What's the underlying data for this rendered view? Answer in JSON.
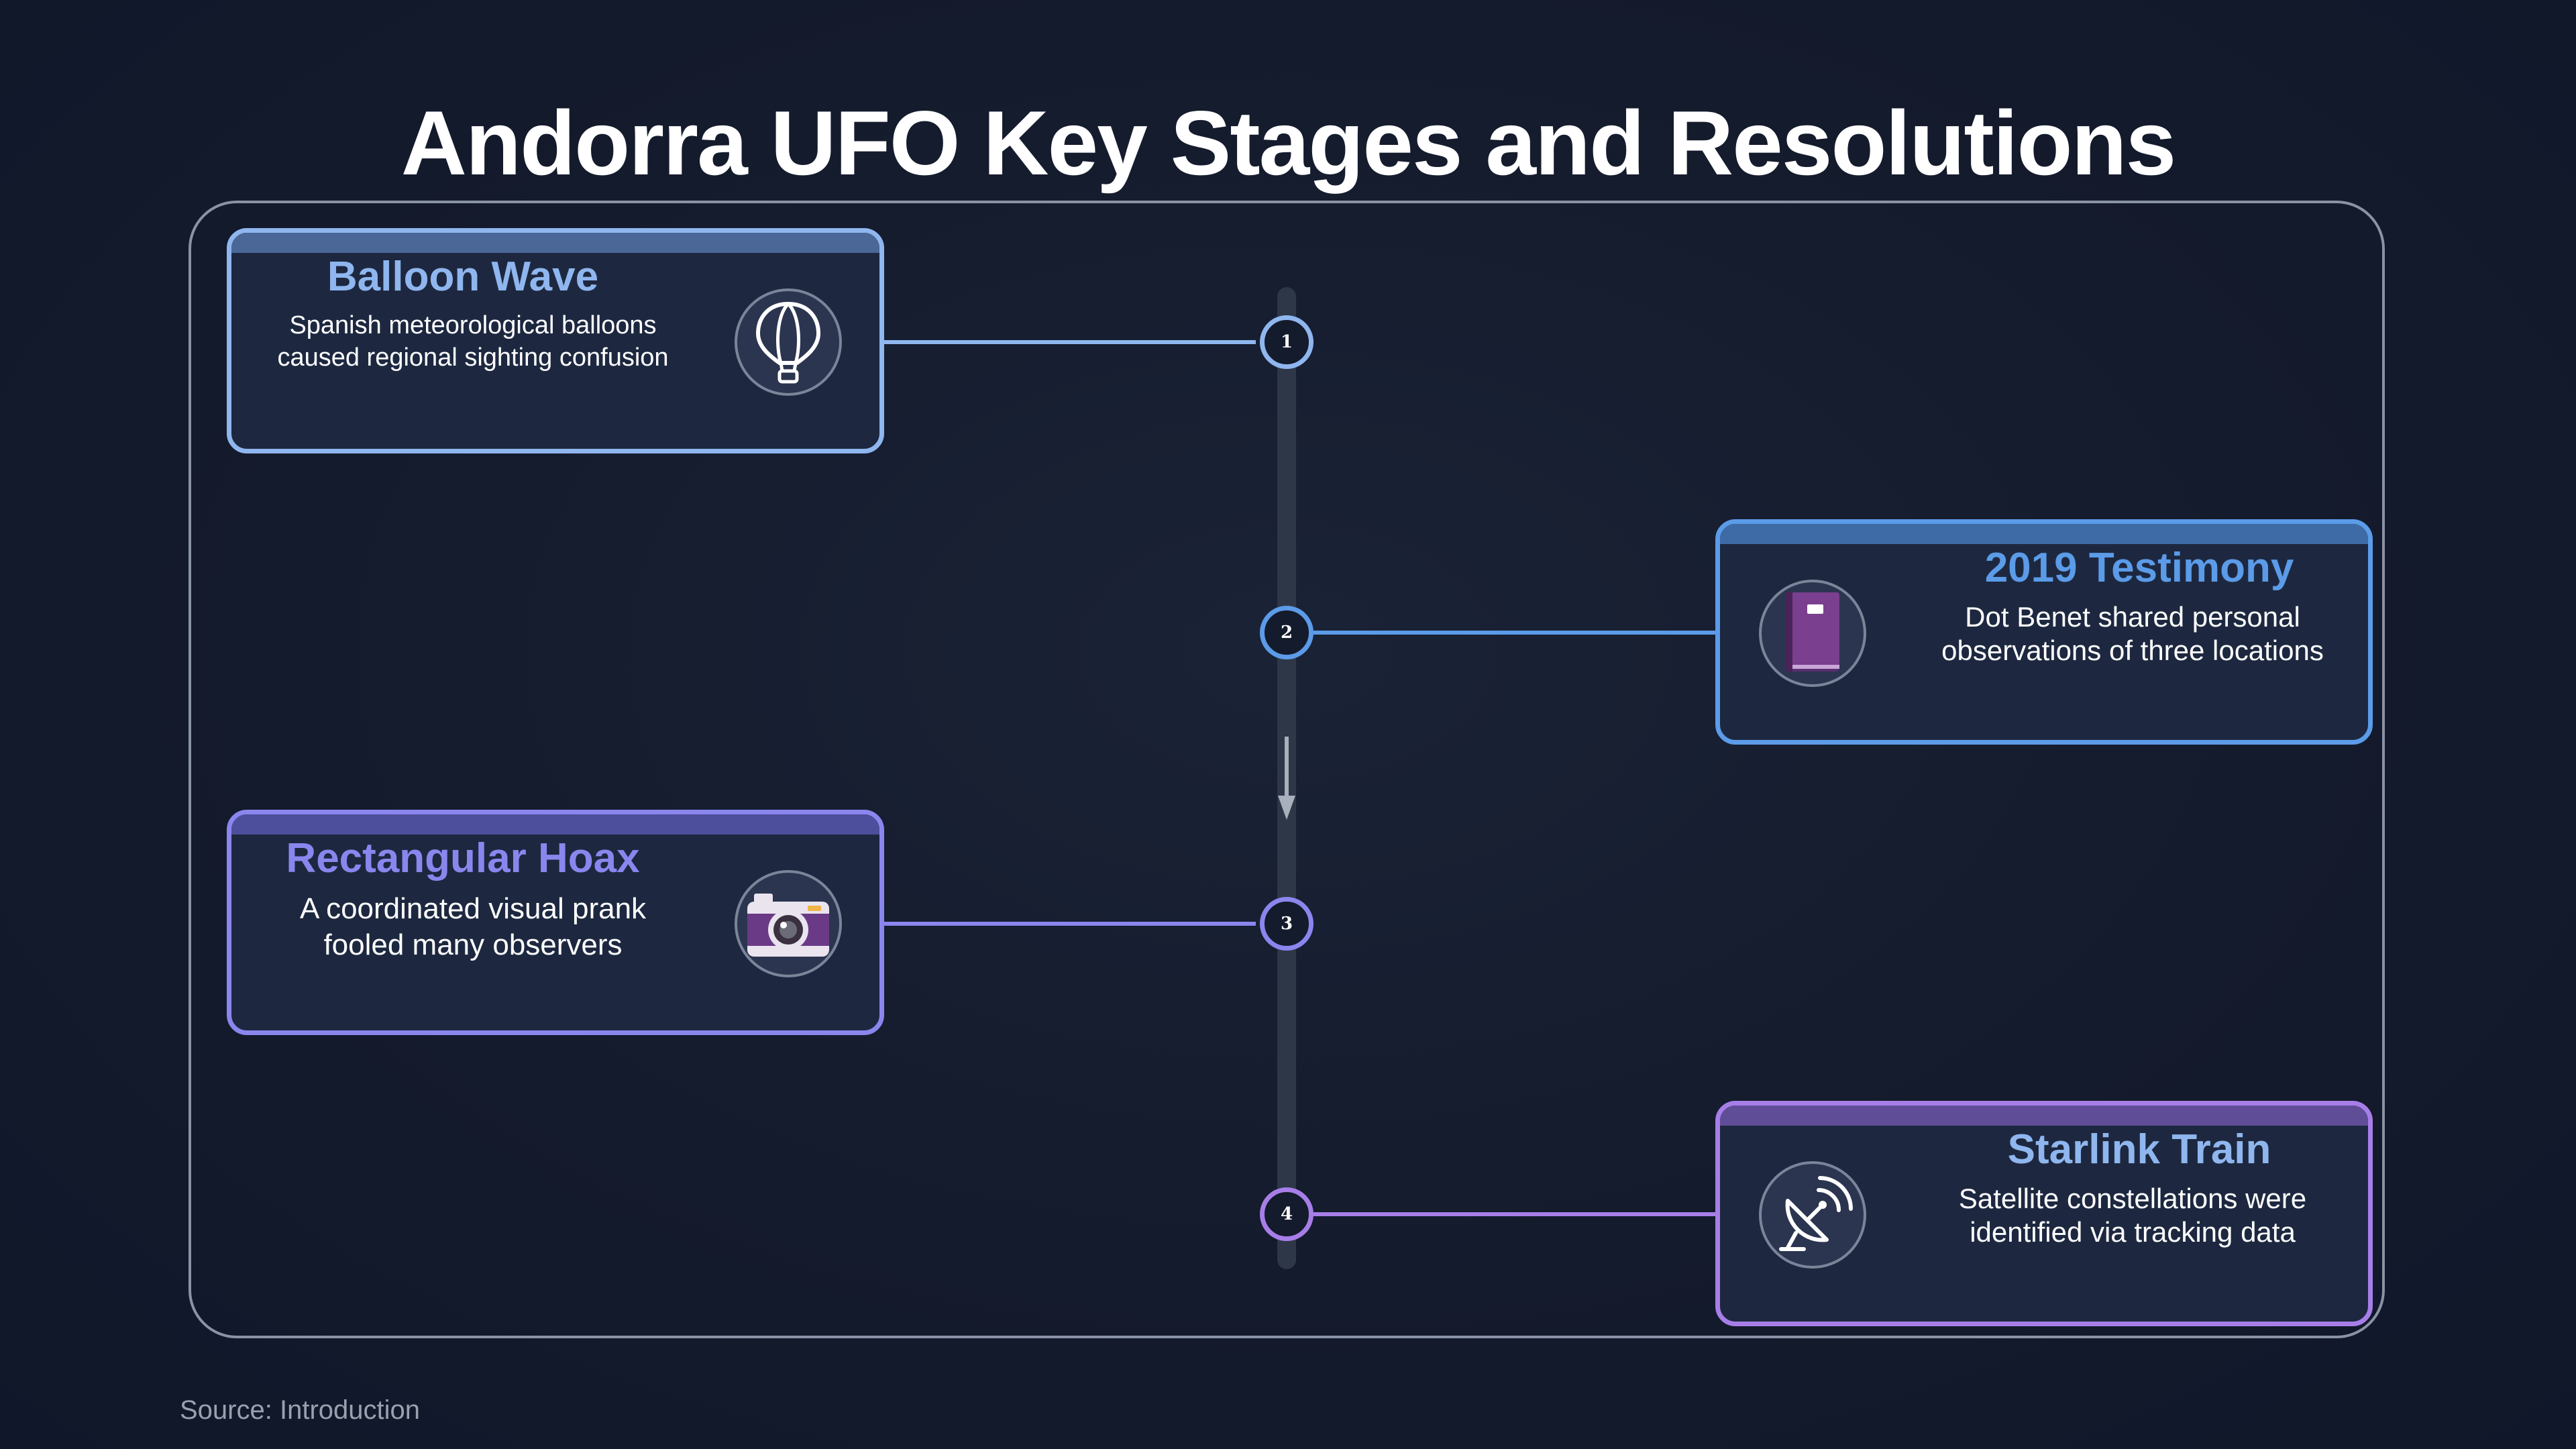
{
  "title": "Andorra UFO Key Stages and Resolutions",
  "source": "Source: Introduction",
  "colors": {
    "stage1": "#8fb6ee",
    "stage2": "#5b9be8",
    "stage3": "#8a86ee",
    "stage4": "#a77ee8"
  },
  "stages": [
    {
      "number": "1",
      "title": "Balloon Wave",
      "description": "Spanish meteorological balloons\ncaused regional sighting confusion",
      "icon": "hot-air-balloon-icon",
      "side": "left"
    },
    {
      "number": "2",
      "title": "2019 Testimony",
      "description": "Dot Benet shared personal\nobservations of three locations",
      "icon": "book-icon",
      "side": "right"
    },
    {
      "number": "3",
      "title": "Rectangular Hoax",
      "description": "A coordinated visual prank\nfooled many observers",
      "icon": "camera-icon",
      "side": "left"
    },
    {
      "number": "4",
      "title": "Starlink Train",
      "description": "Satellite constellations were\nidentified via tracking data",
      "icon": "satellite-dish-icon",
      "side": "right"
    }
  ]
}
